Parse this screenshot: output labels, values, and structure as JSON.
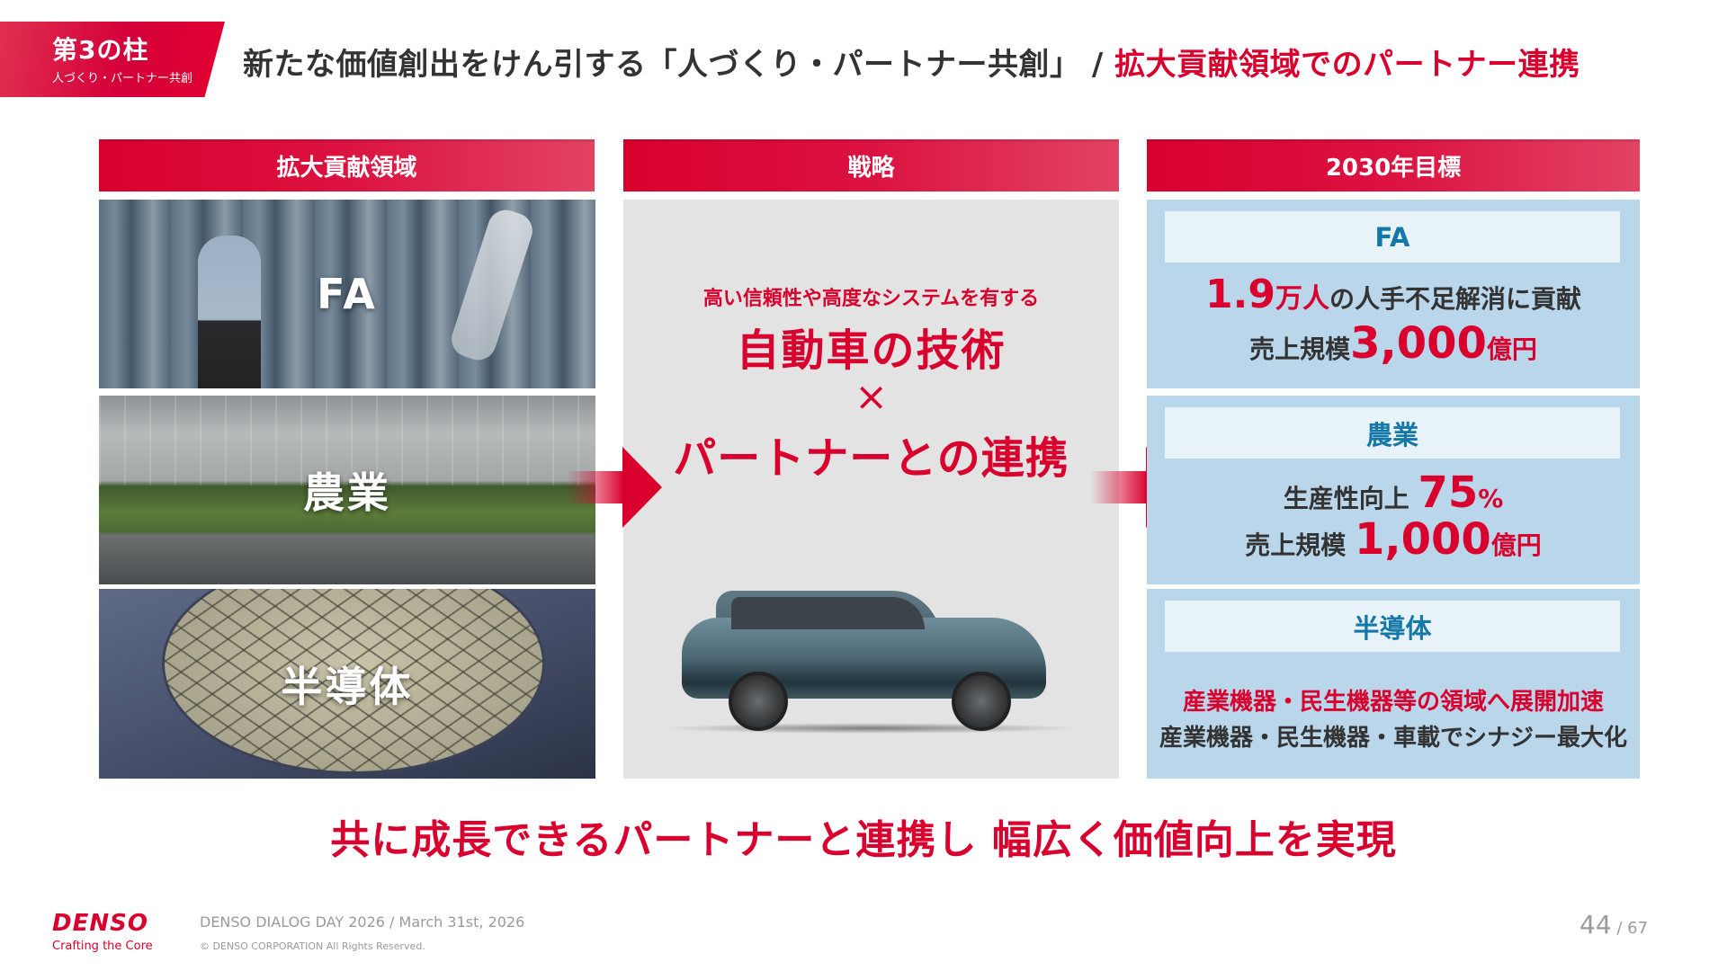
{
  "header": {
    "pillar_title": "第3の柱",
    "pillar_subtitle": "人づくり・パートナー共創",
    "title_main": "新たな価値創出をけん引する「人づくり・パートナー共創」 / ",
    "title_accent": "拡大貢献領域でのパートナー連携"
  },
  "columns": {
    "areas_header": "拡大貢献領域",
    "strategy_header": "戦略",
    "targets_header": "2030年目標"
  },
  "areas": [
    {
      "label": "FA",
      "image": "factory-automation-photo"
    },
    {
      "label": "農業",
      "image": "greenhouse-agriculture-photo"
    },
    {
      "label": "半導体",
      "image": "semiconductor-wafer-photo"
    }
  ],
  "strategy": {
    "subtitle": "高い信頼性や高度なシステムを有する",
    "line1": "自動車の技術",
    "times": "×",
    "line2": "パートナーとの連携",
    "image": "suv-car-image"
  },
  "targets": {
    "fa": {
      "title": "FA",
      "line1_value": "1.9",
      "line1_unit": "万人",
      "line1_text": "の人手不足解消に貢献",
      "line2_text": "売上規模",
      "line2_value": "3,000",
      "line2_unit": "億円"
    },
    "agri": {
      "title": "農業",
      "line1_text": "生産性向上 ",
      "line1_value": "75",
      "line1_unit": "%",
      "line2_text": "売上規模 ",
      "line2_value": "1,000",
      "line2_unit": "億円"
    },
    "semi": {
      "title": "半導体",
      "line1": "産業機器・民生機器等の領域へ展開加速",
      "line2": "産業機器・民生機器・車載でシナジー最大化"
    }
  },
  "bottom_message": "共に成長できるパートナーと連携し 幅広く価値向上を実現",
  "footer": {
    "brand": "DENSO",
    "tagline": "Crafting the Core",
    "event": "DENSO DIALOG DAY 2026 / March 31st, 2026",
    "copyright": "© DENSO CORPORATION All Rights Reserved.",
    "page_current": "44",
    "page_total": " / 67"
  },
  "colors": {
    "accent_red": "#d9002e",
    "card_blue": "#b9d6ea",
    "card_title_blue": "#1478a8",
    "panel_gray": "#e3e3e3",
    "text_dark": "#333333",
    "footer_gray": "#9a9a9a"
  }
}
